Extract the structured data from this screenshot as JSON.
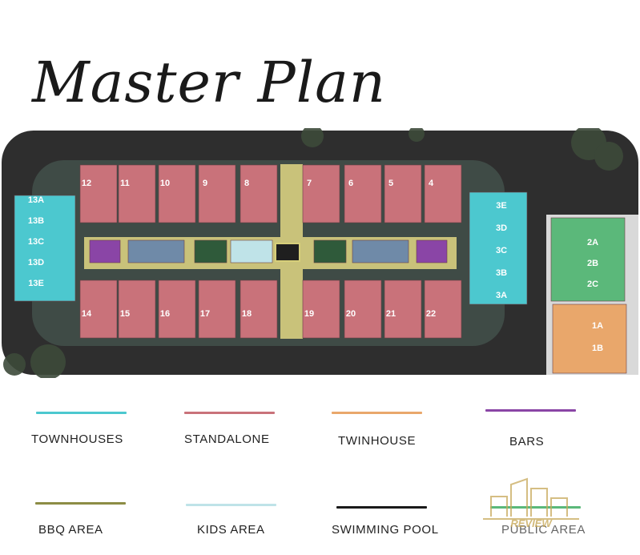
{
  "title": "Master Plan",
  "colors": {
    "townhouse": "#4cc8cf",
    "standalone": "#c9727a",
    "twinhouse": "#e9a76b",
    "bars": "#8a45a6",
    "bbq": "#8c8c45",
    "kids": "#bfe3e8",
    "pool": "#1a1a1a",
    "public_area": "#5bb87a",
    "road": "#2b2b2b"
  },
  "top_row_units": [
    "12",
    "11",
    "10",
    "9",
    "8",
    "7",
    "6",
    "5",
    "4"
  ],
  "bottom_row_units": [
    "14",
    "15",
    "16",
    "17",
    "18",
    "19",
    "20",
    "21",
    "22"
  ],
  "left_townhouses": [
    "13A",
    "13B",
    "13C",
    "13D",
    "13E"
  ],
  "right_townhouses": [
    "3E",
    "3D",
    "3C",
    "3B",
    "3A"
  ],
  "green_block_units": [
    "2A",
    "2B",
    "2C"
  ],
  "orange_block_units": [
    "1A",
    "1B"
  ],
  "legend": [
    {
      "label": "TOWNHOUSES",
      "color": "#4cc8cf"
    },
    {
      "label": "STANDALONE",
      "color": "#c9727a"
    },
    {
      "label": "TWINHOUSE",
      "color": "#e9a76b"
    },
    {
      "label": "BARS",
      "color": "#8a45a6"
    },
    {
      "label": "BBQ AREA",
      "color": "#8c8c45"
    },
    {
      "label": "KIDS AREA",
      "color": "#bfe3e8"
    },
    {
      "label": "SWIMMING POOL",
      "color": "#1a1a1a"
    },
    {
      "label": "PUBLIC AREA",
      "color": "#5bb87a"
    }
  ],
  "watermark": "REVIEW"
}
